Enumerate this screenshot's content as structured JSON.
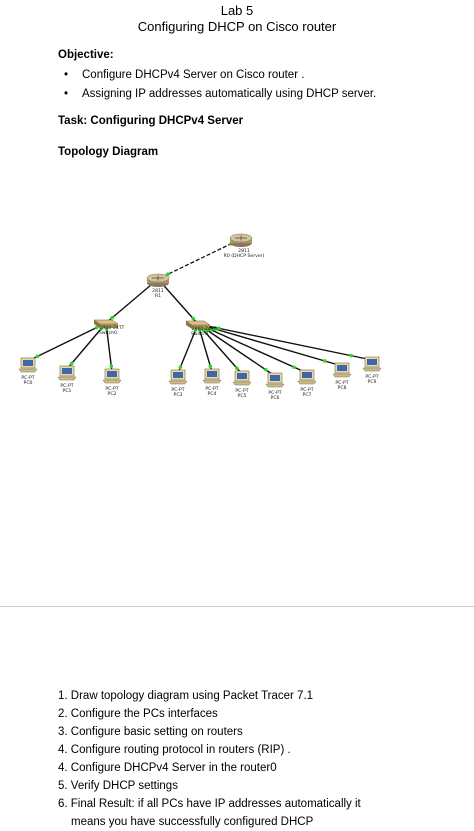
{
  "header": {
    "lab": "Lab 5",
    "title": "Configuring DHCP on Cisco router"
  },
  "objective": {
    "heading": "Objective:",
    "items": [
      "Configure DHCPv4 Server on Cisco router .",
      "Assigning IP addresses automatically using DHCP server."
    ]
  },
  "task": "Task: Configuring DHCPv4 Server",
  "topology": {
    "heading": "Topology Diagram",
    "router0": {
      "model": "2811",
      "name": "R0 (DHCP Server)"
    },
    "router1": {
      "model": "2811",
      "name": "R1"
    },
    "switch0": {
      "model": "2960-24TT",
      "name": "Switch0"
    },
    "switch1": {
      "model": "2960-24TT",
      "name": "Switch1"
    },
    "pc_type": "PC-PT",
    "pcs": [
      "PC0",
      "PC1",
      "PC2",
      "PC3",
      "PC4",
      "PC5",
      "PC6",
      "PC7",
      "PC8",
      "PC9"
    ]
  },
  "steps": [
    "1. Draw topology diagram using Packet Tracer 7.1",
    "2. Configure the PCs interfaces",
    "3. Configure basic setting on routers",
    "4. Configure routing protocol in routers (RIP) .",
    "4. Configure DHCPv4 Server in the router0",
    "5. Verify DHCP settings",
    "6. Final Result: if all PCs have IP addresses automatically it",
    "means you have successfully configured DHCP"
  ]
}
